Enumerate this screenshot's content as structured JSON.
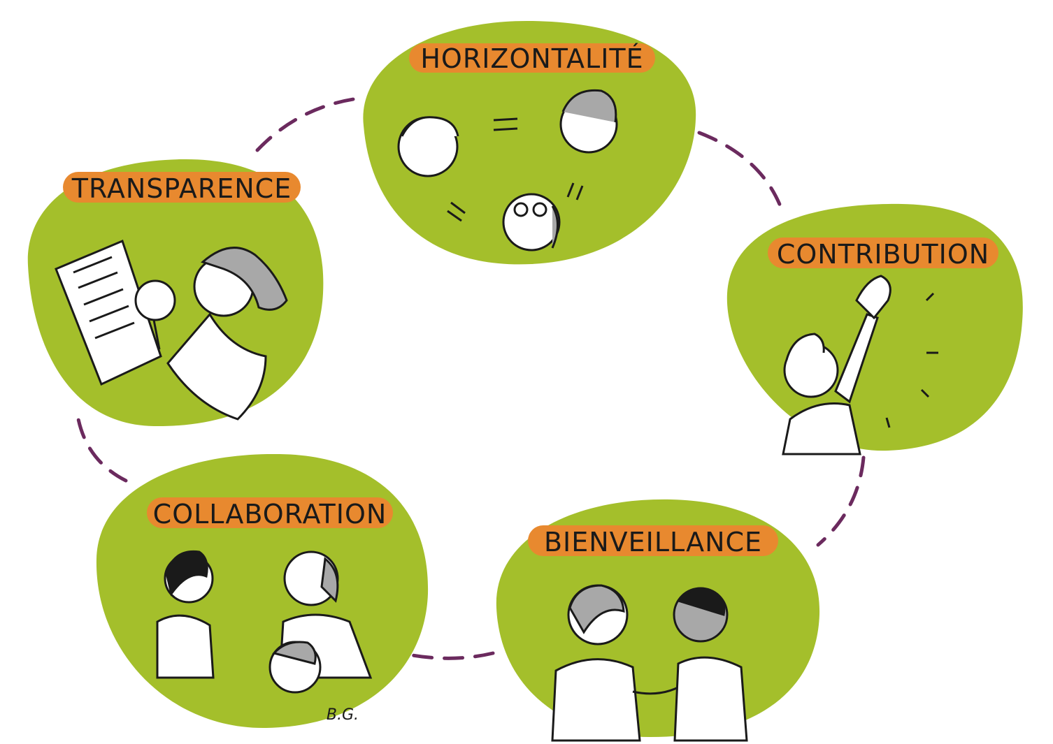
{
  "colors": {
    "blob": "#a4bf2b",
    "label_highlight": "#e8892f",
    "connector": "#6b2a5e",
    "ink": "#1a1a1a",
    "skin": "#ffffff",
    "shade": "#a8a8a8"
  },
  "nodes": [
    {
      "id": "horizontalite",
      "label": "HORIZONTALITÉ",
      "illustration": "three-equal-faces"
    },
    {
      "id": "contribution",
      "label": "CONTRIBUTION",
      "illustration": "person-raising-hand"
    },
    {
      "id": "bienveillance",
      "label": "BIENVEILLANCE",
      "illustration": "two-people-supporting"
    },
    {
      "id": "collaboration",
      "label": "COLLABORATION",
      "illustration": "group-of-three-talking"
    },
    {
      "id": "transparence",
      "label": "TRANSPARENCE",
      "illustration": "woman-with-magnifying-glass"
    }
  ],
  "connector_style": "dashed-cycle",
  "signature": "B.G."
}
